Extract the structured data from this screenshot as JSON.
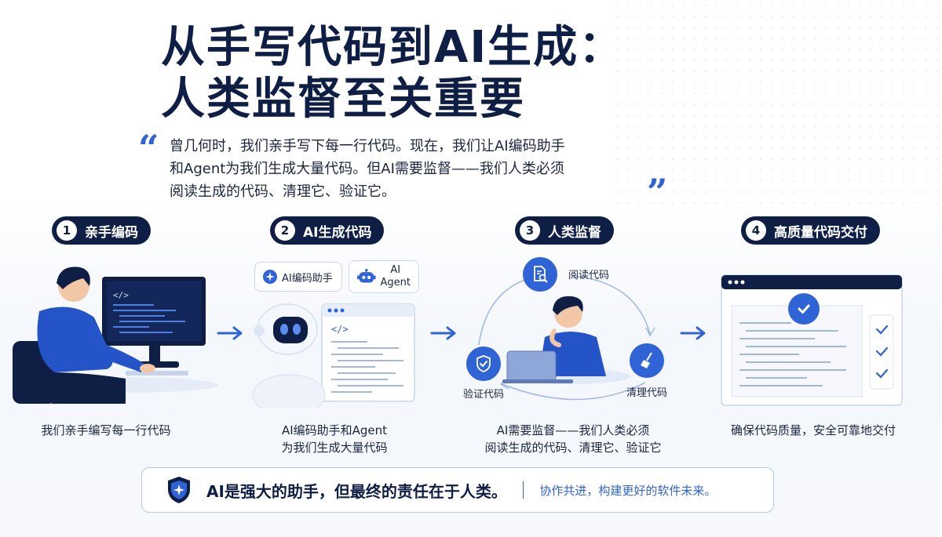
{
  "title": {
    "line1": "从手写代码到AI生成：",
    "line2": "人类监督至关重要"
  },
  "quote": {
    "open": "“",
    "close": "”",
    "line1": "曾几何时，我们亲手写下每一行代码。现在，我们让AI编码助手",
    "line2": "和Agent为我们生成大量代码。但AI需要监督——我们人类必须",
    "line3": "阅读生成的代码、清理它、验证它。"
  },
  "steps": [
    {
      "num": "1",
      "label": "亲手编码",
      "caption_line1": "我们亲手编写每一行代码",
      "caption_line2": ""
    },
    {
      "num": "2",
      "label": "AI生成代码",
      "caption_line1": "AI编码助手和Agent",
      "caption_line2": "为我们生成大量代码"
    },
    {
      "num": "3",
      "label": "人类监督",
      "caption_line1": "AI需要监督——我们人类必须",
      "caption_line2": "阅读生成的代码、清理它、验证它"
    },
    {
      "num": "4",
      "label": "高质量代码交付",
      "caption_line1": "确保代码质量，安全可靠地交付",
      "caption_line2": ""
    }
  ],
  "step2_badges": {
    "assistant": "AI编码助手",
    "agent_line1": "AI",
    "agent_line2": "Agent"
  },
  "step3_cycle": {
    "read": "阅读代码",
    "verify": "验证代码",
    "clean": "清理代码"
  },
  "code_tag": "</>",
  "bottom": {
    "main": "AI是强大的助手，但最终的责任在于人类。",
    "sub": "协作共进，构建更好的软件未来。"
  },
  "colors": {
    "navy": "#0e1e45",
    "accent_blue": "#2f63d6",
    "light_blue": "#c9d6ef"
  },
  "icons": [
    "laptop-code-icon",
    "robot-icon",
    "sparkle-icon",
    "document-search-icon",
    "shield-check-icon",
    "broom-icon",
    "check-circle-icon",
    "shield-star-icon",
    "arrow-right-icon"
  ]
}
